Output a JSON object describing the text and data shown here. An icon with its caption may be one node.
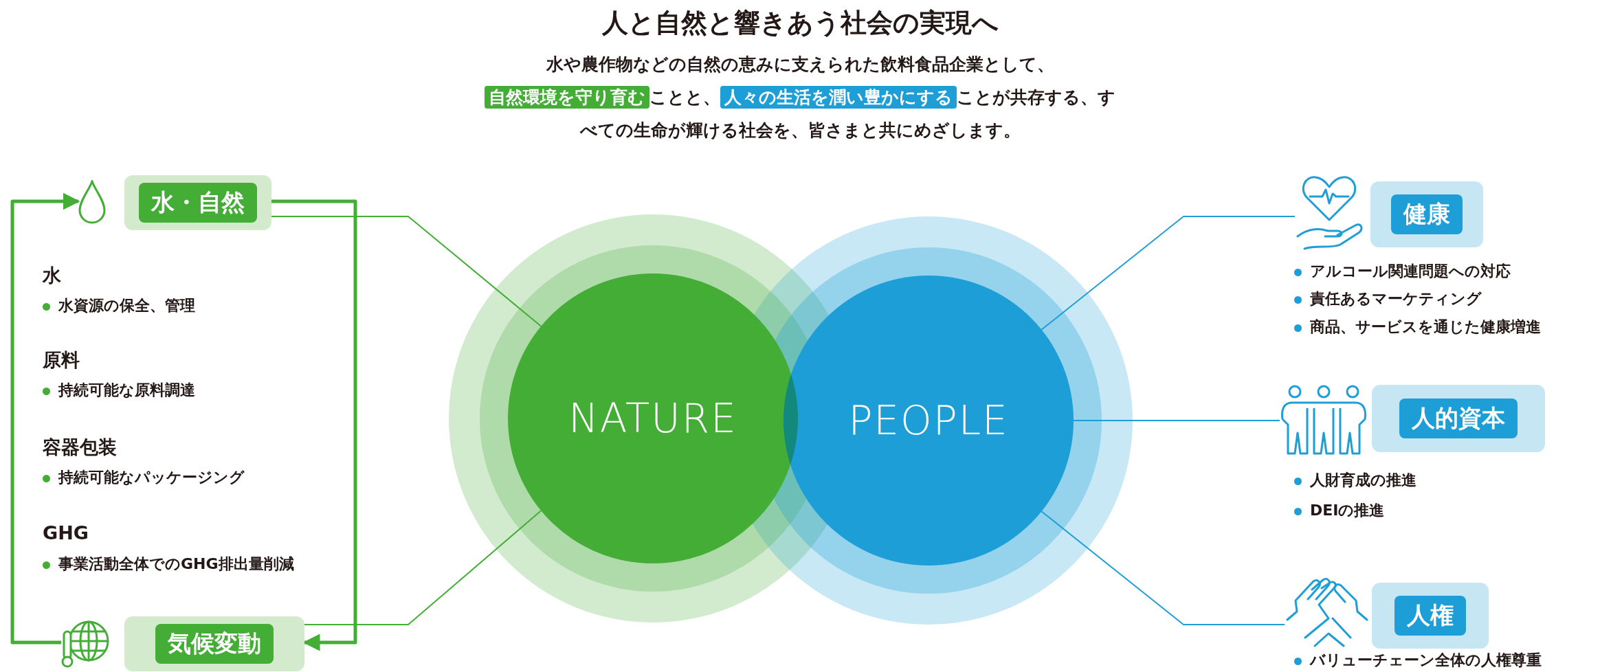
{
  "diagram": {
    "title": "人と自然と響きあう社会の実現へ",
    "nodes": [
      {
        "text": [],
        "shape": "picture"
      },
      {
        "text": [
          "水・自然"
        ]
      },
      {
        "text": [],
        "shape": "picture"
      },
      {
        "text": [
          "気候変動"
        ]
      },
      {
        "text": [
          "NATURE"
        ]
      },
      {
        "text": [
          "PEOPLE"
        ]
      },
      {
        "text": [],
        "shape": "picture"
      },
      {
        "text": [
          "健康"
        ]
      },
      {
        "text": [],
        "shape": "picture"
      },
      {
        "text": [
          "人的資本"
        ]
      },
      {
        "text": [],
        "shape": "picture"
      },
      {
        "text": [
          "人権"
        ]
      }
    ],
    "edges": [
      {
        "from": 1,
        "to": 3,
        "arrow": "to"
      },
      {
        "from": 2,
        "to": 0,
        "arrow": "to"
      },
      {
        "from": 4,
        "to": 1,
        "arrow": "none"
      },
      {
        "from": 4,
        "to": 3,
        "arrow": "none"
      },
      {
        "from": 5,
        "to": 6,
        "arrow": "none",
        "color": "#1e9ed6"
      },
      {
        "from": 5,
        "to": 8,
        "arrow": "none",
        "color": "#1e9ed6"
      },
      {
        "from": 5,
        "to": 10,
        "arrow": "none",
        "color": "#1e9ed6"
      }
    ],
    "labels": [
      "水や農作物などの自然の恵みに支えられた飲料食品企業として、**自然環境を守り育む**ことと、**人々の生活を潤い豊かにする**ことが共存する、すべての生命が輝ける社会を、皆さまと共にめざします。",
      "水",
      "水資源の保全、管理",
      "原料",
      "持続可能な原料調達",
      "容器包装",
      "持続可能なパッケージング",
      "GHG",
      "事業活動全体でのGHG排出量削減",
      "アルコール関連問題への対応",
      "責任あるマーケティング",
      "商品、サービスを通じた健康増進",
      "人財育成の推進",
      "DEIの推進",
      "バリューチェーン全体の人権尊重"
    ]
  }
}
